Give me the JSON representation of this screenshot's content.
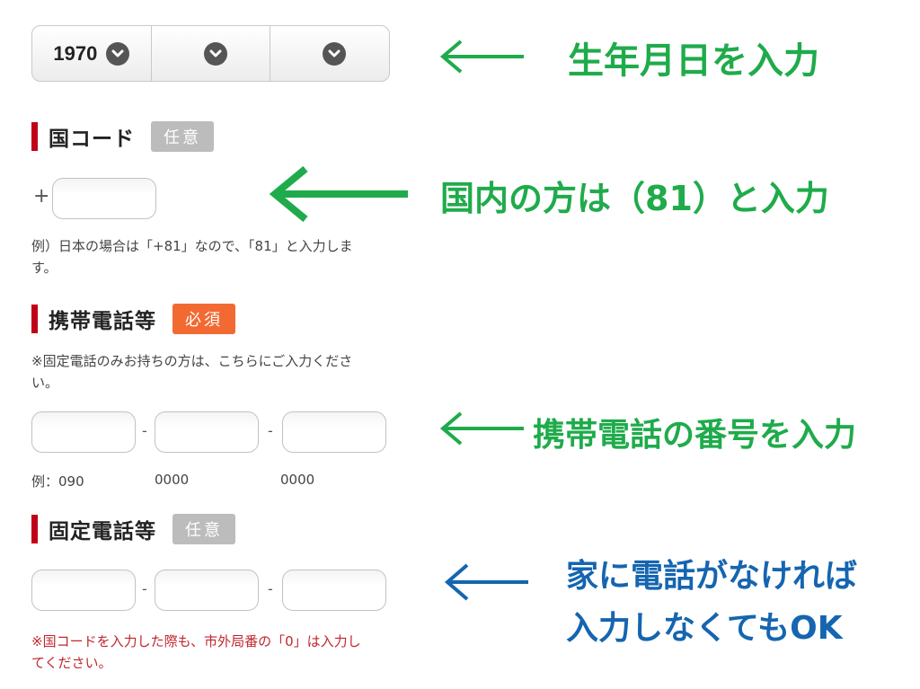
{
  "birthdate": {
    "year": "1970",
    "month": "",
    "day": ""
  },
  "country_code": {
    "heading": "国コード",
    "badge": "任意",
    "prefix": "+",
    "note_line1": "例）日本の場合は「+81」なので、「81」と入力しま",
    "note_line2": "す。"
  },
  "mobile": {
    "heading": "携帯電話等",
    "badge": "必須",
    "note_line1": "※固定電話のみお持ちの方は、こちらにご入力くださ",
    "note_line2": "い。",
    "dash": "-",
    "example1": "例：090",
    "example2": "0000",
    "example3": "0000"
  },
  "landline": {
    "heading": "固定電話等",
    "badge": "任意",
    "dash": "-",
    "note_line1": "※国コードを入力した際も、市外局番の「0」は入力し",
    "note_line2": "てください。"
  },
  "annotations": {
    "birthdate": "生年月日を入力",
    "country_code": "国内の方は（81）と入力",
    "mobile": "携帯電話の番号を入力",
    "landline_line1": "家に電話がなければ",
    "landline_line2": "入力しなくてもOK"
  },
  "colors": {
    "annotation_green": "#1fab4b",
    "annotation_blue": "#1565b0",
    "required_badge": "#f26a32",
    "optional_badge": "#bcbcbc",
    "heading_bar": "#c00018",
    "warning_text": "#c0262d"
  }
}
